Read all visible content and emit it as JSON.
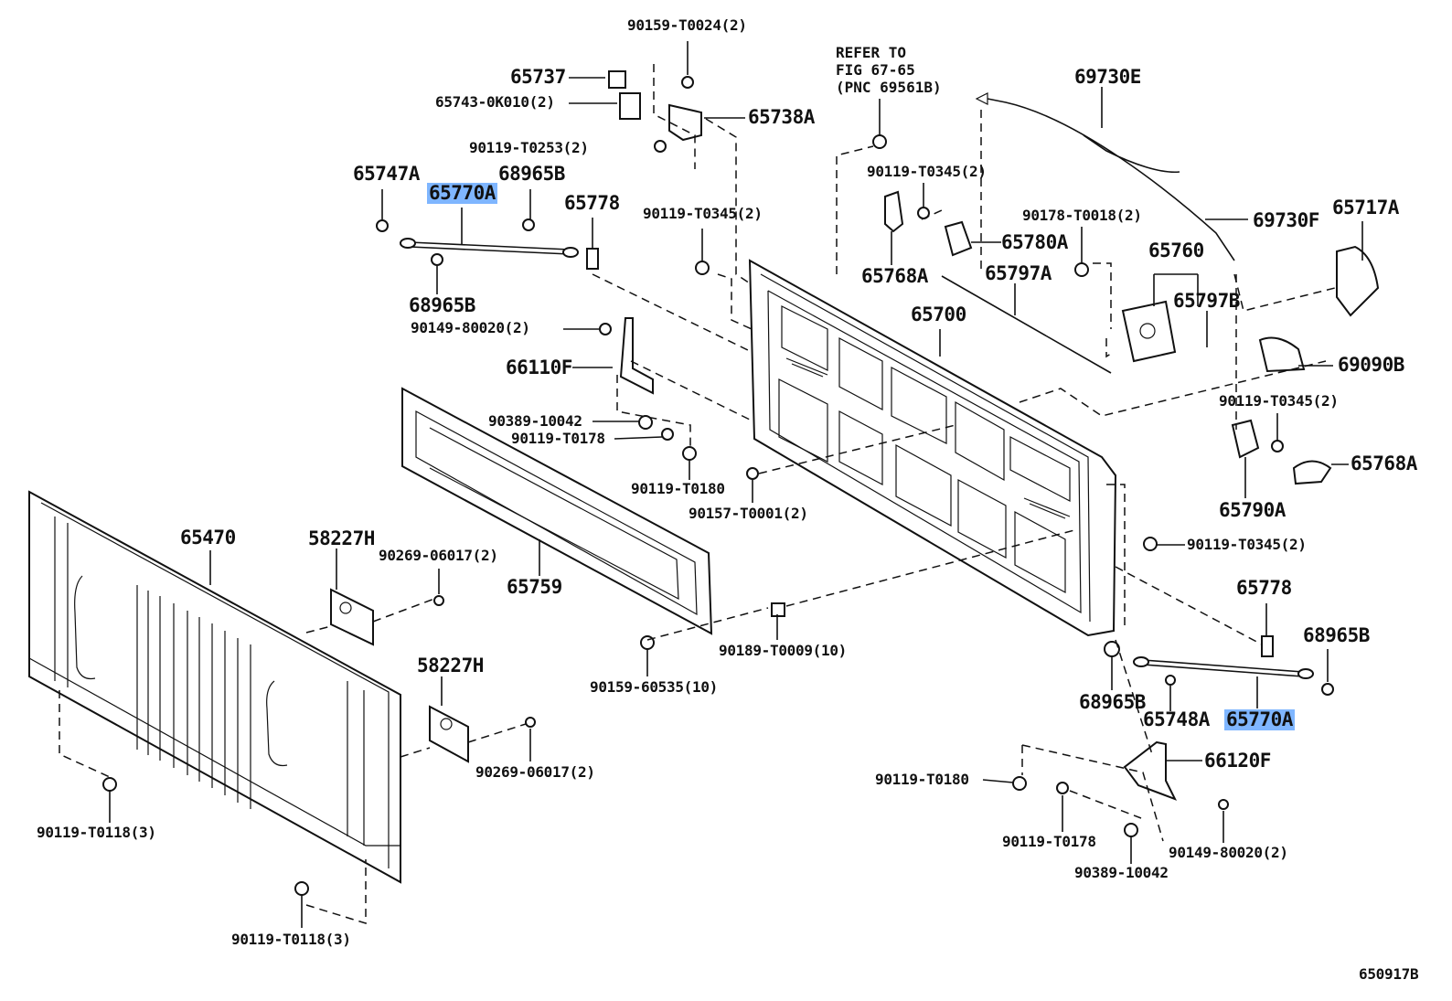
{
  "labels": {
    "p90159_t0024": "90159-T0024(2)",
    "p65737": "65737",
    "p65743": "65743-0K010(2)",
    "p65738a": "65738A",
    "p90119_t0253": "90119-T0253(2)",
    "p65747a": "65747A",
    "p65770a_top": "65770A",
    "p68965b_top": "68965B",
    "p65778_top": "65778",
    "p90119_t0345_a": "90119-T0345(2)",
    "p68965b_mid": "68965B",
    "p90149_80020_a": "90149-80020(2)",
    "p66110f": "66110F",
    "p90389_10042_a": "90389-10042",
    "p90119_t0178_a": "90119-T0178",
    "p90119_t0180_a": "90119-T0180",
    "p90157_t0001": "90157-T0001(2)",
    "p90119_t0345_b": "90119-T0345(2)",
    "p65768a_top": "65768A",
    "p69730e": "69730E",
    "p65780a": "65780A",
    "p90178_t0018": "90178-T0018(2)",
    "p69730f": "69730F",
    "p65717a": "65717A",
    "p65760": "65760",
    "p65797a": "65797A",
    "p65797b": "65797B",
    "p65700": "65700",
    "p69090b": "69090B",
    "p90119_t0345_c": "90119-T0345(2)",
    "p65768a_right": "65768A",
    "p65790a": "65790A",
    "p90119_t0345_d": "90119-T0345(2)",
    "p65778_bottom": "65778",
    "p68965b_right": "68965B",
    "p68965b_bottom": "68965B",
    "p65748a": "65748A",
    "p65770a_bottom": "65770A",
    "p66120f": "66120F",
    "p90119_t0180_b": "90119-T0180",
    "p90119_t0178_b": "90119-T0178",
    "p90389_10042_b": "90389-10042",
    "p90149_80020_b": "90149-80020(2)",
    "p65470": "65470",
    "p58227h_top": "58227H",
    "p90269_06017_a": "90269-06017(2)",
    "p65759": "65759",
    "p90189_t0009": "90189-T0009(10)",
    "p90159_60535": "90159-60535(10)",
    "p58227h_bottom": "58227H",
    "p90269_06017_b": "90269-06017(2)",
    "p90119_t0118_a": "90119-T0118(3)",
    "p90119_t0118_b": "90119-T0118(3)"
  },
  "note": {
    "line1": "REFER TO",
    "line2": "FIG 67-65",
    "line3": "(PNC 69561B)"
  },
  "figure_code": "650917B",
  "colors": {
    "highlight": "#7fb6ff",
    "ink": "#111111"
  }
}
